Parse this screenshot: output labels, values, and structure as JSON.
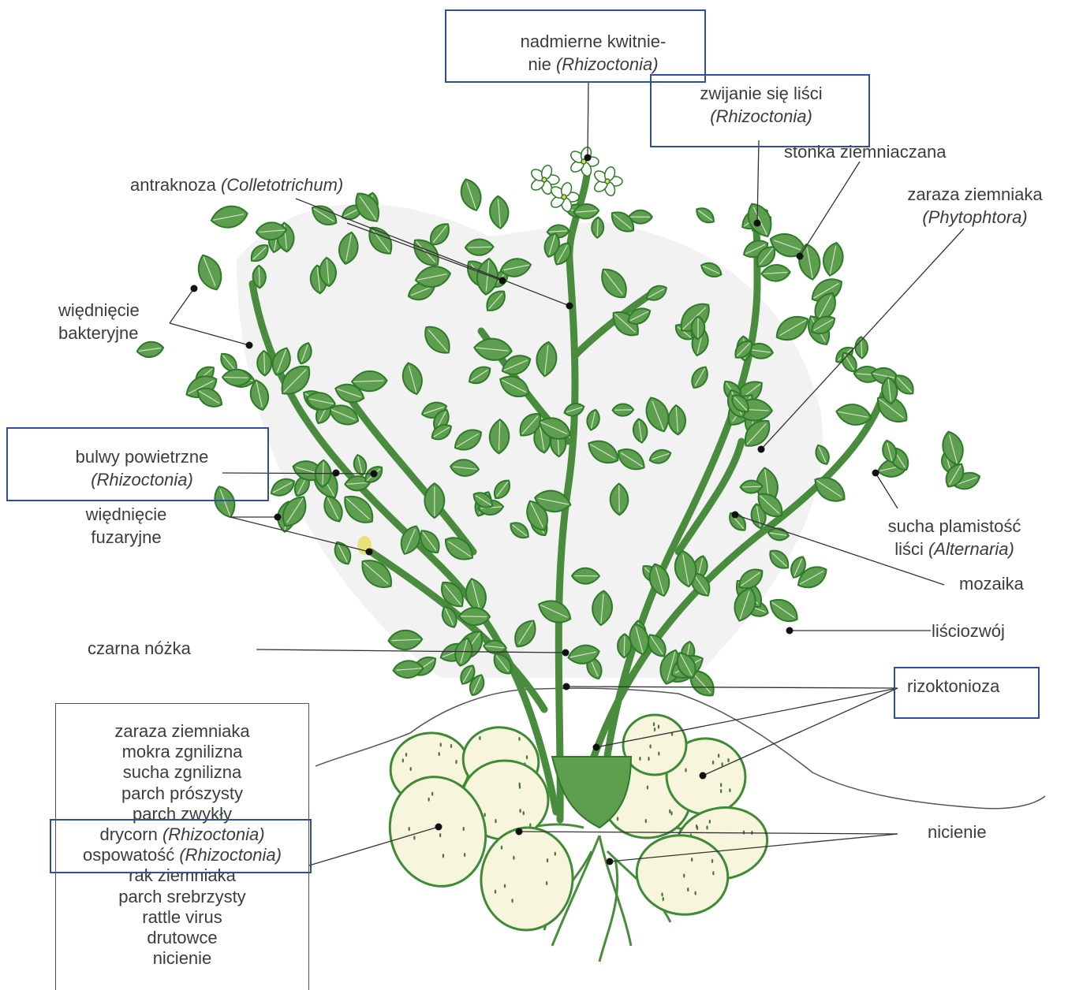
{
  "labels": {
    "flowering": {
      "line1": "nadmierne kwitnie-",
      "line2_pre": "nie ",
      "line2_italic": "(Rhizoctonia)"
    },
    "leaf_roll": {
      "line1": "zwijanie się liści",
      "line2_italic": "(Rhizoctonia)"
    },
    "colorado_beetle": {
      "text": "stonka ziemniaczana"
    },
    "late_blight": {
      "line1": "zaraza ziemniaka",
      "line2_italic": "(Phytophtora)"
    },
    "anthracnose": {
      "pre": "antraknoza ",
      "italic": "(Colletotrichum)"
    },
    "bacterial_wilt": {
      "line1": "więdnięcie",
      "line2": "bakteryjne"
    },
    "aerial_tubers": {
      "line1": "bulwy powietrzne",
      "line2_italic": "(Rhizoctonia)"
    },
    "fusarium_wilt": {
      "line1": "więdnięcie",
      "line2": "fuzaryjne"
    },
    "early_blight": {
      "line1": "sucha plamistość",
      "line2_pre": "liści ",
      "line2_italic": "(Alternaria)"
    },
    "mosaic": {
      "text": "mozaika"
    },
    "leafroll_virus": {
      "text": "liściozwój"
    },
    "black_leg": {
      "text": "czarna nóżka"
    },
    "rhizoctoniosis": {
      "text": "rizoktonioza"
    },
    "nematodes": {
      "text": "nicienie"
    }
  },
  "tuber_list": {
    "rows": [
      {
        "text": "zaraza ziemniaka"
      },
      {
        "text": "mokra zgnilizna"
      },
      {
        "text": "sucha zgnilizna"
      },
      {
        "text": "parch prószysty"
      },
      {
        "text": "parch zwykły"
      },
      {
        "pre": "drycorn ",
        "italic": "(Rhizoctonia)"
      },
      {
        "pre": "ospowatość ",
        "italic": "(Rhizoctonia)"
      },
      {
        "text": "rak ziemniaka"
      },
      {
        "text": "parch srebrzysty"
      },
      {
        "text": "rattle virus"
      },
      {
        "text": "drutowce"
      },
      {
        "text": "nicienie"
      }
    ]
  },
  "colors": {
    "leaf_fill": "#5e9e4f",
    "leaf_stroke": "#2e7a2a",
    "stem": "#4a8c3d",
    "tuber_fill": "#f7f6dc",
    "tuber_stroke": "#3f8a35",
    "highlight_box": "#2f4f9b",
    "text": "#3c3c3c",
    "soil_line": "#555555"
  }
}
